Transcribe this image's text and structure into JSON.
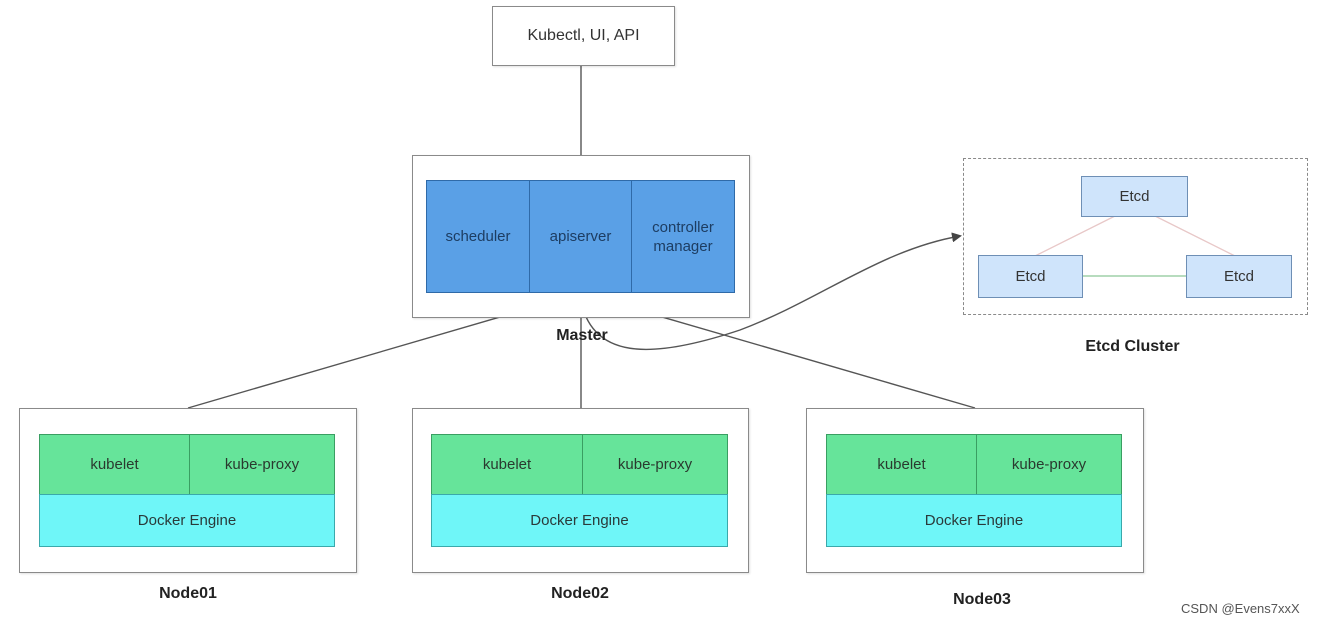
{
  "client": {
    "label": "Kubectl, UI, API"
  },
  "master": {
    "label": "Master",
    "components": [
      "scheduler",
      "apiserver",
      "controller manager"
    ]
  },
  "etcd_cluster": {
    "label": "Etcd Cluster",
    "nodes": [
      "Etcd",
      "Etcd",
      "Etcd"
    ]
  },
  "nodes": [
    {
      "label": "Node01",
      "kubelet": "kubelet",
      "proxy": "kube-proxy",
      "engine": "Docker Engine"
    },
    {
      "label": "Node02",
      "kubelet": "kubelet",
      "proxy": "kube-proxy",
      "engine": "Docker Engine"
    },
    {
      "label": "Node03",
      "kubelet": "kubelet",
      "proxy": "kube-proxy",
      "engine": "Docker Engine"
    }
  ],
  "watermark": "CSDN @Evens7xxX"
}
